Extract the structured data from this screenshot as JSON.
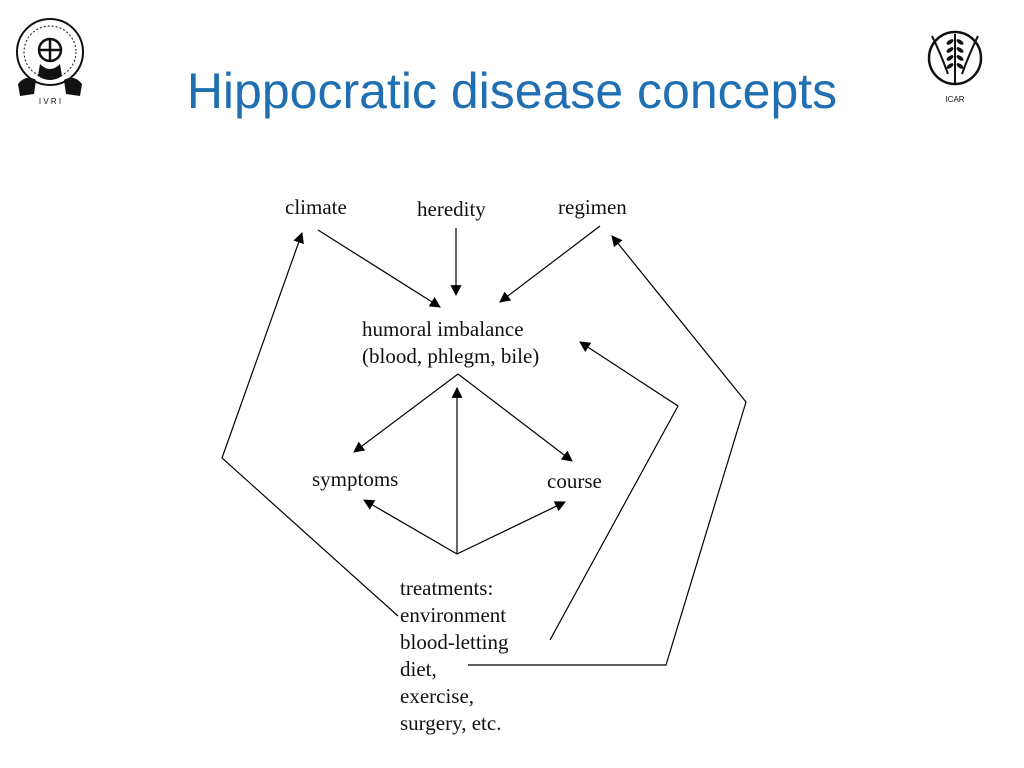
{
  "slide": {
    "title": "Hippocratic disease concepts",
    "title_color": "#1f6fb2",
    "logo_left": {
      "icon": "ivri-emblem-icon",
      "caption": "I V R I"
    },
    "logo_right": {
      "icon": "icar-wheat-emblem-icon",
      "caption": "ICAR"
    }
  },
  "diagram": {
    "nodes": {
      "climate": "climate",
      "heredity": "heredity",
      "regimen": "regimen",
      "humoral_line1": "humoral imbalance",
      "humoral_line2": "(blood, phlegm, bile)",
      "symptoms": "symptoms",
      "course": "course",
      "treatments": [
        "treatments:",
        "environment",
        "blood-letting",
        "diet,",
        "exercise,",
        "surgery, etc."
      ]
    },
    "line_color": "#000000"
  }
}
